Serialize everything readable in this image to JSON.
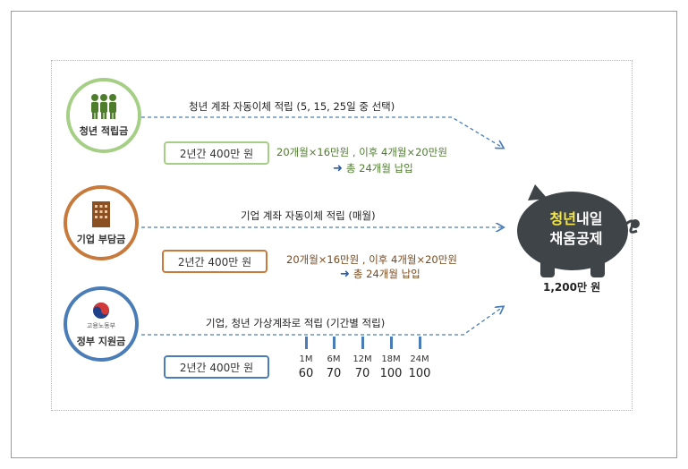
{
  "sources": {
    "youth": {
      "label": "청년 적립금",
      "icon": "people-icon"
    },
    "company": {
      "label": "기업 부담금",
      "icon": "building-icon"
    },
    "government": {
      "label": "정부 지원금",
      "icon": "government-seal-icon",
      "sublabel": "고용노동부"
    }
  },
  "flows": {
    "youth": {
      "arrow_label": "청년 계좌 자동이체 적립 (5, 15, 25일 중 선택)",
      "amount_box": "2년간 400만 원",
      "schedule": "20개월×16만원 , 이후 4개월×20만원",
      "total": "총 24개월 납입"
    },
    "company": {
      "arrow_label": "기업 계좌 자동이체 적립 (매월)",
      "amount_box": "2년간 400만 원",
      "schedule": "20개월×16만원 , 이후 4개월×20만원",
      "total": "총 24개월 납입"
    },
    "government": {
      "arrow_label": "기업, 청년 가상계좌로 적립 (기간별 적립)",
      "amount_box": "2년간 400만 원",
      "ticks": [
        {
          "month": "1M",
          "value": "60"
        },
        {
          "month": "6M",
          "value": "70"
        },
        {
          "month": "12M",
          "value": "70"
        },
        {
          "month": "18M",
          "value": "100"
        },
        {
          "month": "24M",
          "value": "100"
        }
      ]
    }
  },
  "piggy_bank": {
    "title_highlight": "청년",
    "title_rest": "내일",
    "title_line2": "채움공제",
    "total": "1,200만 원"
  },
  "colors": {
    "green": "#a6cf86",
    "orange": "#c87a3c",
    "blue": "#4a7db8",
    "pig": "#3f4448"
  }
}
